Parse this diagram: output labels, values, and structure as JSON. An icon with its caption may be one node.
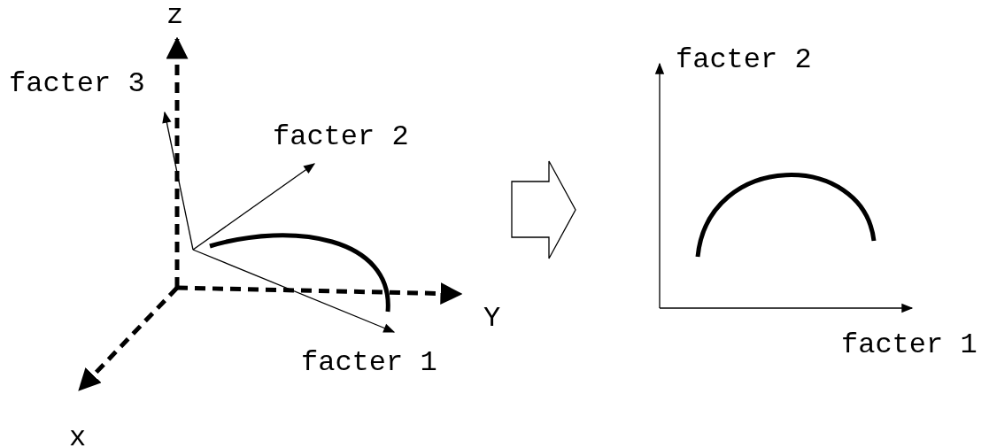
{
  "diagram": {
    "labels": [
      "z",
      "facter 3",
      "facter 2",
      "Y",
      "facter 1",
      "x",
      "facter 2",
      "facter 1"
    ]
  }
}
